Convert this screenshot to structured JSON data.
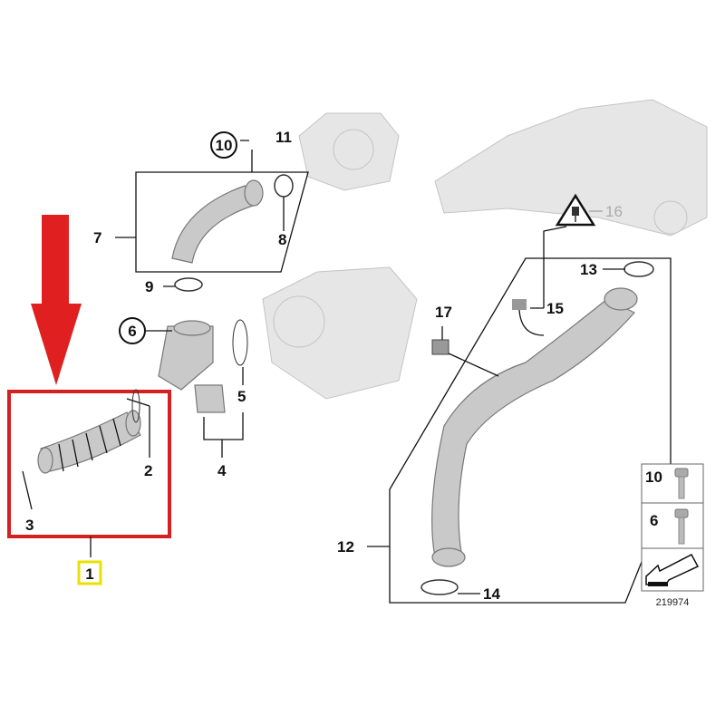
{
  "diagram": {
    "callouts": {
      "p1": "1",
      "p2": "2",
      "p3": "3",
      "p4": "4",
      "p5": "5",
      "p6": "6",
      "p7": "7",
      "p8": "8",
      "p9": "9",
      "p10": "10",
      "p11": "11",
      "p12": "12",
      "p13": "13",
      "p14": "14",
      "p15": "15",
      "p16": "16",
      "p17": "17"
    },
    "legend": {
      "row1": "10",
      "row2": "6",
      "ref_number": "219974"
    },
    "colors": {
      "highlight_arrow": "#e02020",
      "highlight_box": "#d42020",
      "label_box": "#e8e000"
    }
  }
}
